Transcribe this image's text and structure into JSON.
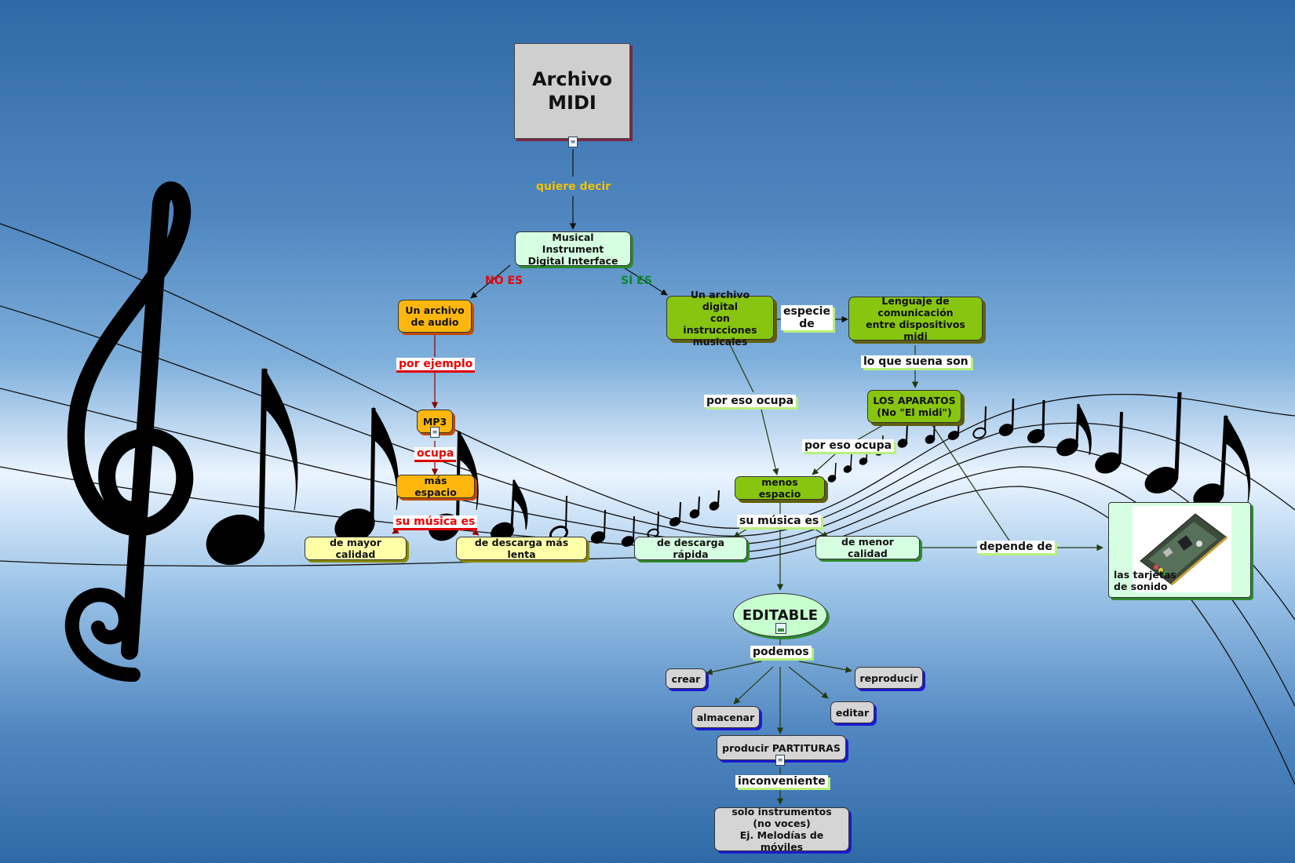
{
  "nodes": {
    "archivo_midi": "Archivo\nMIDI",
    "musical_instrument": "Musical Instrument\nDigital Interface",
    "archivo_audio": "Un archivo\nde audio",
    "archivo_digital": "Un archivo digital\ncon instrucciones\nmusicales",
    "lenguaje": "Lenguaje de\ncomunicación\nentre dispositivos midi",
    "los_aparatos": "LOS APARATOS\n(No \"El midi\")",
    "mp3": "MP3",
    "mas_espacio": "más espacio",
    "menos_espacio": "menos espacio",
    "mayor_calidad": "de mayor calidad",
    "descarga_lenta": "de descarga más lenta",
    "descarga_rapida": "de descarga rápida",
    "menor_calidad": "de menor calidad",
    "tarjetas_sonido": "las tarjetas\nde sonido",
    "editable": "EDITABLE",
    "crear": "crear",
    "reproducir": "reproducir",
    "almacenar": "almacenar",
    "editar": "editar",
    "partituras": "producir PARTITURAS",
    "solo_instrumentos": "solo instrumentos\n(no voces)\nEj. Melodías de móviles"
  },
  "links": {
    "quiere_decir": "quiere decir",
    "no_es": "NO ES",
    "si_es": "SÍ ES",
    "especie_de": "especie\nde",
    "por_ejemplo": "por ejemplo",
    "lo_que_suena": "lo que suena son",
    "por_eso_ocupa_1": "por eso ocupa",
    "por_eso_ocupa_2": "por eso ocupa",
    "ocupa": "ocupa",
    "su_musica_es_1": "su música es",
    "su_musica_es_2": "su música es",
    "depende_de": "depende de",
    "podemos": "podemos",
    "inconveniente": "inconveniente"
  },
  "colors": {
    "title_box": "#cfcfcf",
    "mint_box": "#d6ffe2",
    "green_box": "#88c510",
    "orange_box": "#ffb70d",
    "yellow_box": "#ffffa8",
    "gray_box": "#d5d5d5",
    "link_red": "#e00000",
    "link_gold": "#f2c200",
    "link_green": "#0a8a2a"
  },
  "icons": [
    "document-icon",
    "image-icon",
    "sound-card-image",
    "treble-clef",
    "music-notes",
    "staff-lines"
  ]
}
